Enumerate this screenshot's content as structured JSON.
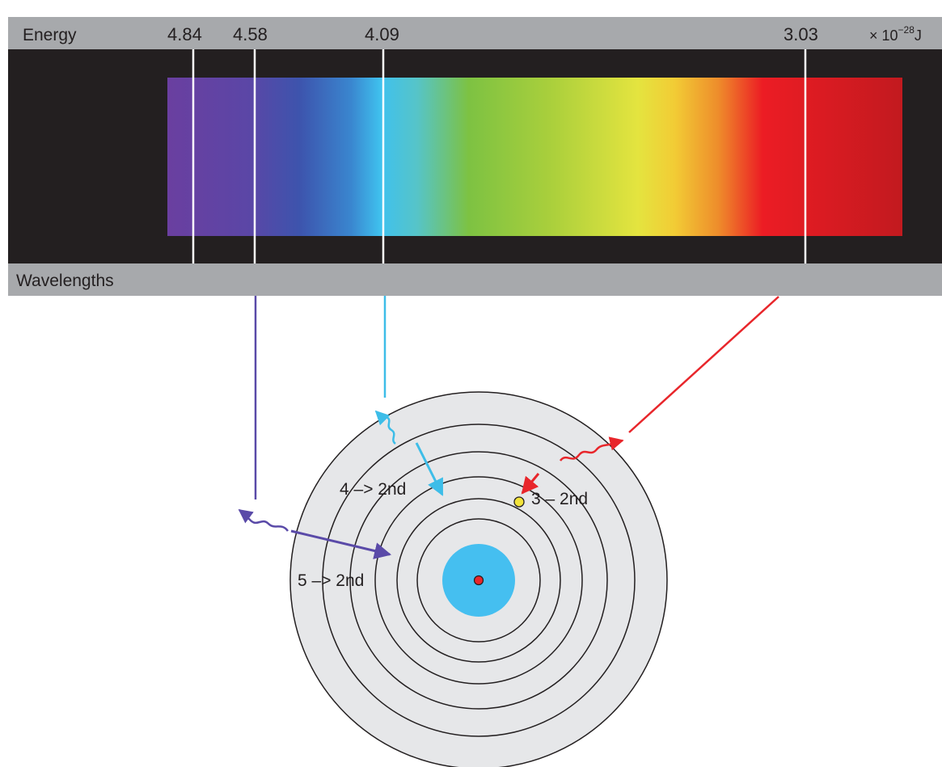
{
  "energy_bar": {
    "label": "Energy",
    "unit_prefix": "× 10",
    "unit_exponent": "−28",
    "unit_suffix": "J"
  },
  "wavelength_bar": {
    "label": "Wavelengths"
  },
  "spectral_lines": [
    {
      "energy_label": "4.84",
      "color": "#5a4aa8"
    },
    {
      "energy_label": "4.58",
      "color": "#5a4aa8"
    },
    {
      "energy_label": "4.09",
      "color": "#3dbde8"
    },
    {
      "energy_label": "3.03",
      "color": "#e8262b"
    }
  ],
  "transitions": [
    {
      "label": "5 –> 2nd",
      "color": "#5a4aa8"
    },
    {
      "label": "4 –> 2nd",
      "color": "#3dbde8"
    },
    {
      "label": "3 – 2nd",
      "color": "#e8262b"
    }
  ],
  "atom": {
    "shell_count": 6,
    "nucleus_color": "#45bff0",
    "core_color": "#e8262b",
    "electron_color": "#f2e33a",
    "disc_color": "#e6e7e9"
  },
  "colors": {
    "bar_grey": "#a7a9ac",
    "spectrum_background": "#231f20"
  }
}
